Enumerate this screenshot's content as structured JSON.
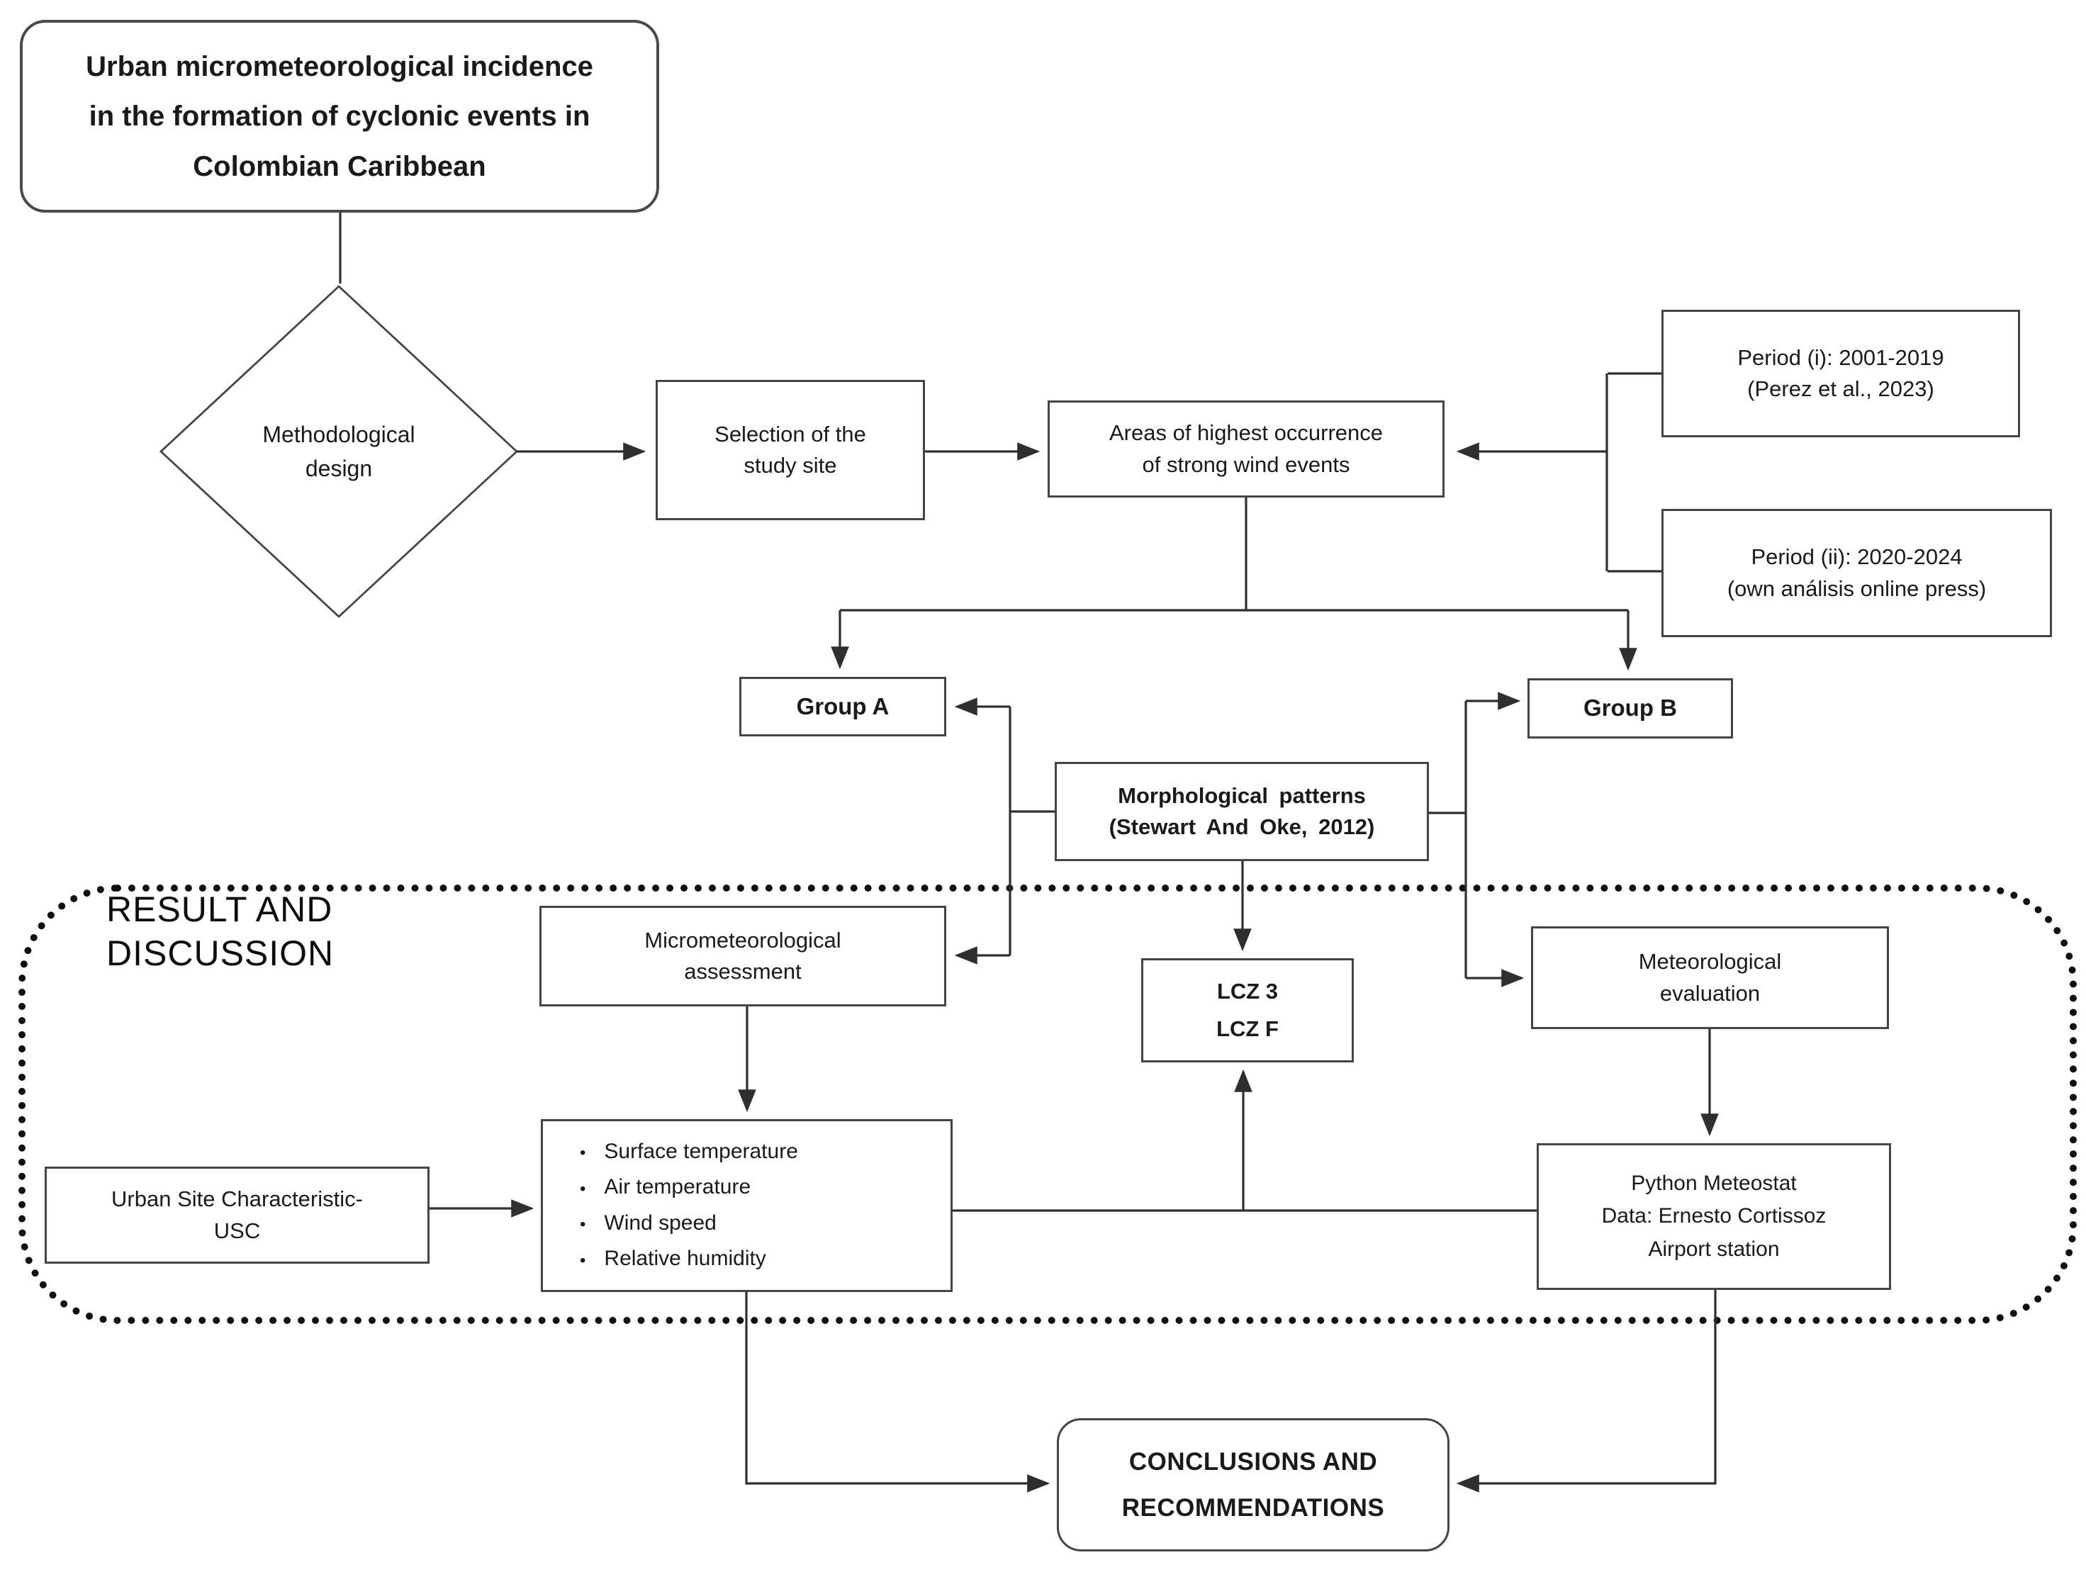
{
  "nodes": {
    "title": {
      "lines": [
        "Urban micrometeorological incidence",
        "in the formation of cyclonic events in",
        "Colombian Caribbean"
      ]
    },
    "methodological_design": {
      "lines": [
        "Methodological",
        "design"
      ]
    },
    "selection": {
      "lines": [
        "Selection of the",
        "study site"
      ]
    },
    "areas": {
      "lines": [
        "Areas of highest occurrence",
        "of strong wind events"
      ]
    },
    "period_i": {
      "lines": [
        "Period (i): 2001-2019",
        "(Perez et al., 2023)"
      ]
    },
    "period_ii": {
      "lines": [
        "Period (ii): 2020-2024",
        "(own análisis online press)"
      ]
    },
    "group_a": {
      "label": "Group A"
    },
    "group_b": {
      "label": "Group B"
    },
    "morphological": {
      "lines": [
        "Morphological patterns",
        "(Stewart And Oke, 2012)"
      ]
    },
    "section": {
      "lines": [
        "RESULT AND",
        "DISCUSSION"
      ]
    },
    "micromet": {
      "lines": [
        "Micrometeorological",
        "assessment"
      ]
    },
    "usc": {
      "lines": [
        "Urban Site Characteristic-",
        "USC"
      ]
    },
    "variables": {
      "bullet_glyph": "•",
      "items": [
        "Surface temperature",
        "Air temperature",
        "Wind speed",
        "Relative humidity"
      ]
    },
    "lcz": {
      "lines": [
        "LCZ 3",
        "LCZ F"
      ]
    },
    "met_eval": {
      "lines": [
        "Meteorological",
        "evaluation"
      ]
    },
    "meteostat": {
      "lines": [
        "Python Meteostat",
        "Data: Ernesto Cortissoz",
        "Airport station"
      ]
    },
    "conclusions": {
      "lines": [
        "CONCLUSIONS AND",
        "RECOMMENDATIONS"
      ]
    }
  },
  "colors": {
    "line": "#2f2f2f",
    "box_border": "#454545",
    "text": "#1a1a1a",
    "background": "#ffffff",
    "dashed_border": "#111111"
  }
}
